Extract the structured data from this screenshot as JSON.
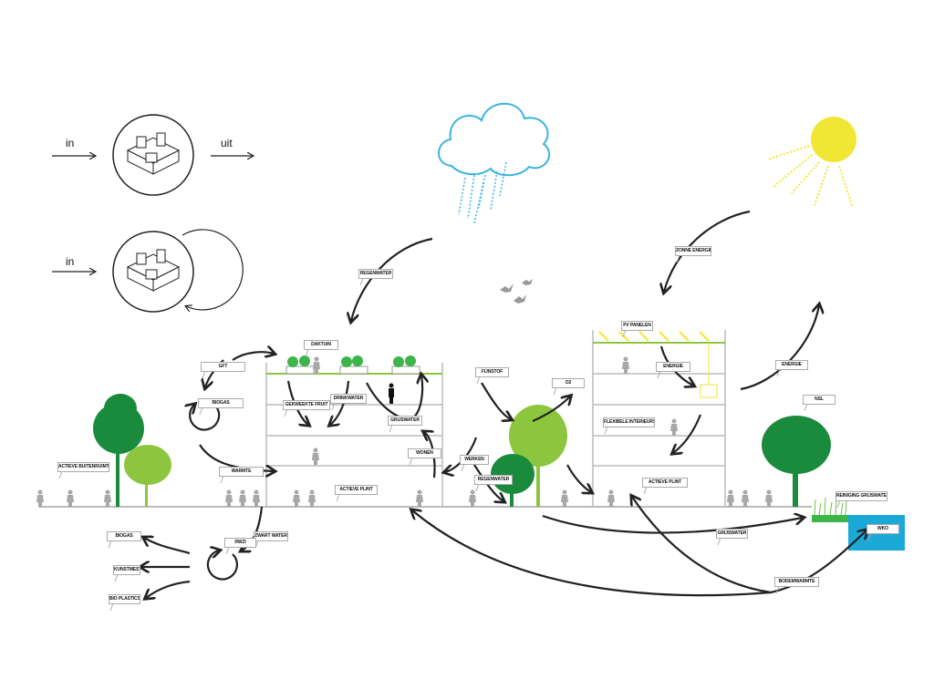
{
  "legend": {
    "in_top": "in",
    "uit": "uit",
    "in_bottom": "in"
  },
  "labels": {
    "daktuin": "DAKTUIN",
    "gft": "GFT",
    "biogas_top": "BIOGAS",
    "gekweekte_fruit": "GEKWEEKTE FRUIT",
    "drinkwater": "DRINKWATER",
    "grijswater_building": "GRIJSWATER",
    "wonen": "WONEN",
    "warmte": "WARMTE",
    "actieve_plint_left": "ACTIEVE PLINT",
    "regenwater_top": "REGENWATER",
    "fijnstof": "FIJNSTOF",
    "o2": "O2",
    "werken": "WERKEN",
    "regenwater_low": "REGENWATER",
    "zonne_energie": "ZONNE ENERGIE",
    "pv_panelen": "PV PANELEN",
    "energie_inner": "ENERGIE",
    "energie_outer": "ENERGIE",
    "flexibele_interieurs": "FLEXIBELE INTERIEURS",
    "actieve_plint_right": "ACTIEVE PLINT",
    "nsl": "NSL",
    "reiniging_grijswater": "REINIGING GRIJSWATER",
    "wko": "WKO",
    "grijswater_ground": "GRIJSWATER",
    "bodemwarmte": "BODEMWARMTE",
    "actieve_buitenruimte": "ACTIEVE BUITENRUIMTE",
    "zwart_water": "ZWART WATER",
    "rwzi": "RWZI",
    "biogas_low": "BIOGAS",
    "kunstmest": "KUNSTMEST",
    "bio_plastics": "BIO PLASTICS"
  },
  "colors": {
    "sky_blue": "#3ab4e0",
    "sun_yellow": "#f2e635",
    "tree_dark": "#1a8a3c",
    "tree_light": "#8cc63f",
    "water": "#1ba9d8",
    "grey_person": "#a8a8a8"
  }
}
